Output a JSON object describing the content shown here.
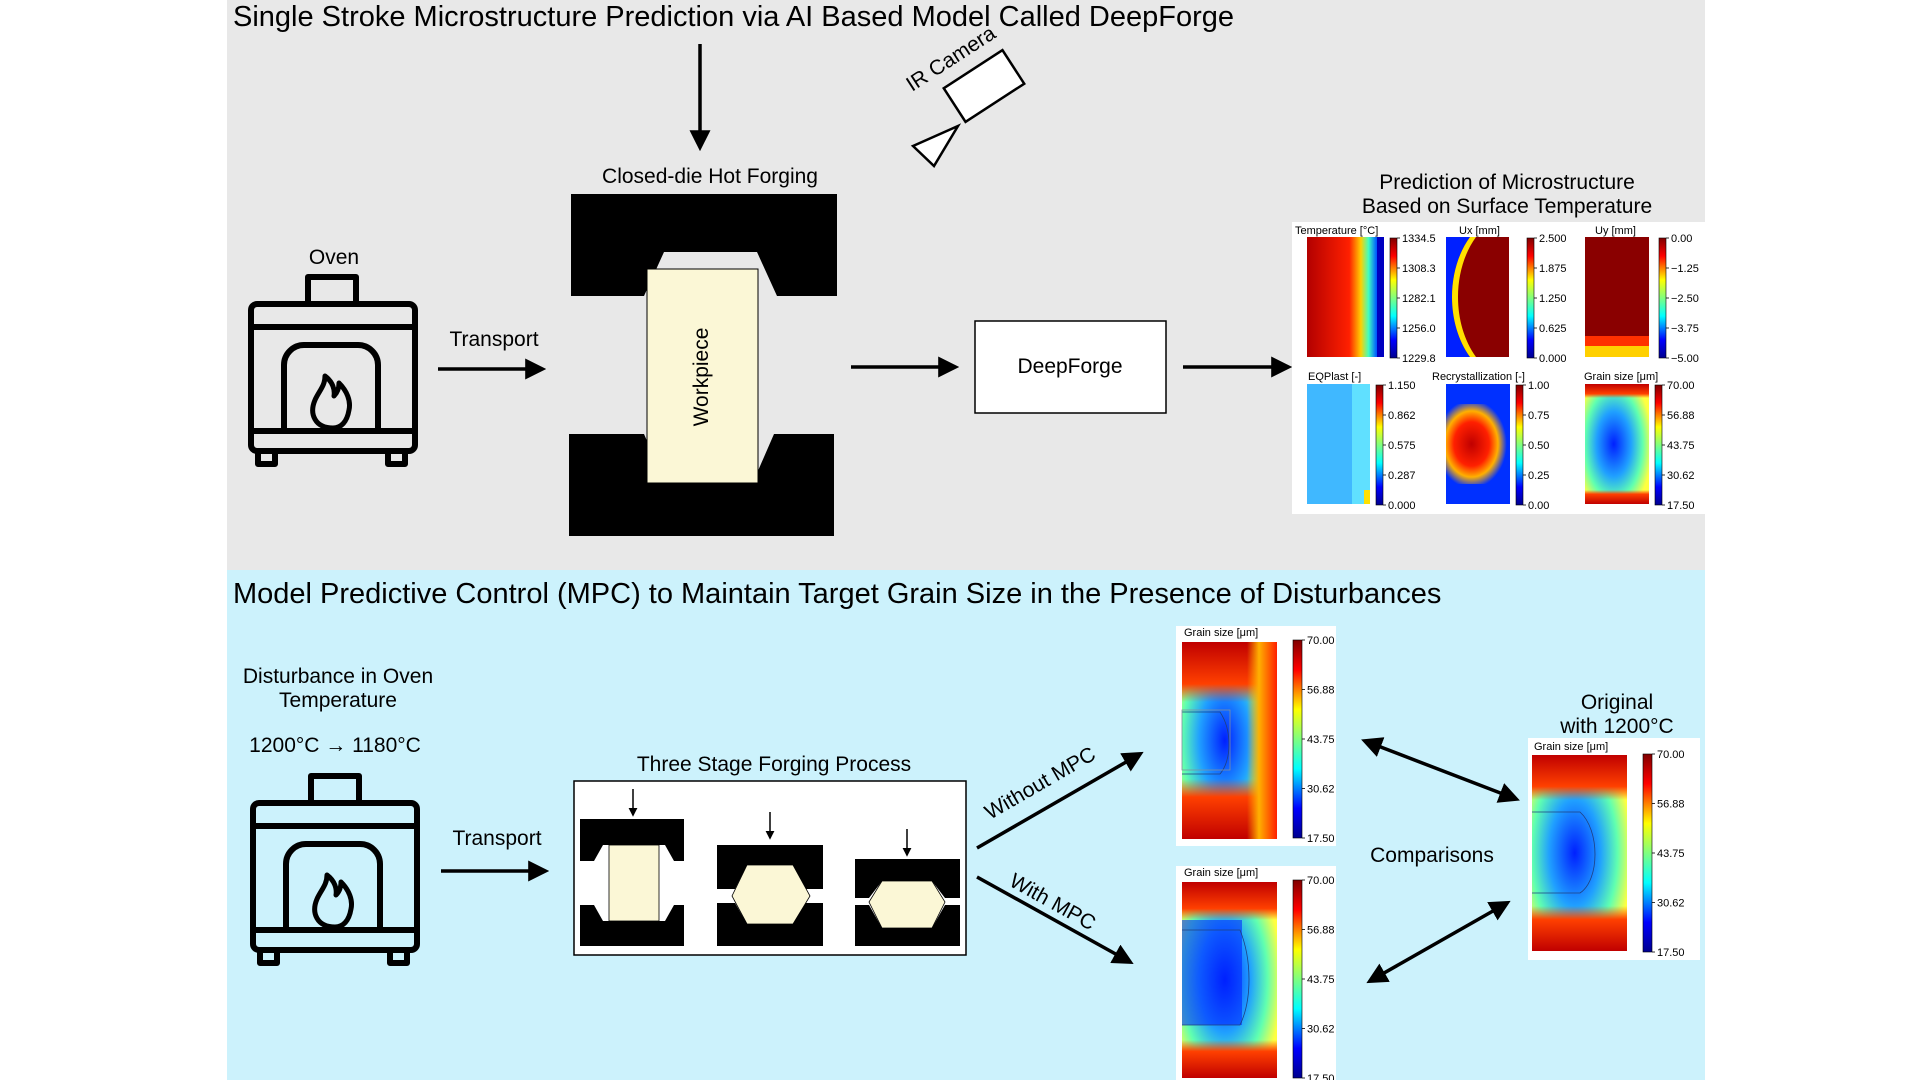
{
  "top": {
    "title": "Single Stroke Microstructure Prediction via AI Based Model Called DeepForge",
    "oven_label": "Oven",
    "transport_label": "Transport",
    "forging_label": "Closed-die Hot Forging",
    "workpiece_label": "Workpiece",
    "camera_label": "IR Camera",
    "deepforge_label": "DeepForge",
    "prediction_title_1": "Prediction of Microstructure",
    "prediction_title_2": "Based on Surface Temperature",
    "panels": [
      {
        "title": "Temperature [°C]",
        "ticks": [
          "1334.5",
          "1308.3",
          "1282.1",
          "1256.0",
          "1229.8"
        ]
      },
      {
        "title": "Ux [mm]",
        "ticks": [
          "2.500",
          "1.875",
          "1.250",
          "0.625",
          "0.000"
        ]
      },
      {
        "title": "Uy [mm]",
        "ticks": [
          "0.00",
          "−1.25",
          "−2.50",
          "−3.75",
          "−5.00"
        ]
      },
      {
        "title": "EQPlast [-]",
        "ticks": [
          "1.150",
          "0.862",
          "0.575",
          "0.287",
          "0.000"
        ]
      },
      {
        "title": "Recrystallization [-]",
        "ticks": [
          "1.00",
          "0.75",
          "0.50",
          "0.25",
          "0.00"
        ]
      },
      {
        "title": "Grain size [μm]",
        "ticks": [
          "70.00",
          "56.88",
          "43.75",
          "30.62",
          "17.50"
        ]
      }
    ]
  },
  "bottom": {
    "title": "Model Predictive Control (MPC) to Maintain Target Grain Size in the Presence of Disturbances",
    "disturbance_1": "Disturbance in Oven",
    "disturbance_2": "Temperature",
    "temp_change": "1200°C → 1180°C",
    "transport_label": "Transport",
    "three_stage_label": "Three Stage Forging Process",
    "without_mpc": "Without MPC",
    "with_mpc": "With MPC",
    "comparisons": "Comparisons",
    "original_1": "Original",
    "original_2": "with 1200°C",
    "grain_title": "Grain size [μm]",
    "grain_ticks": [
      "70.00",
      "56.88",
      "43.75",
      "30.62",
      "17.50"
    ]
  },
  "colors": {
    "top_bg": "#e8e8e8",
    "bottom_bg": "#ccf2fc",
    "workpiece_fill": "#fbf7d6"
  }
}
